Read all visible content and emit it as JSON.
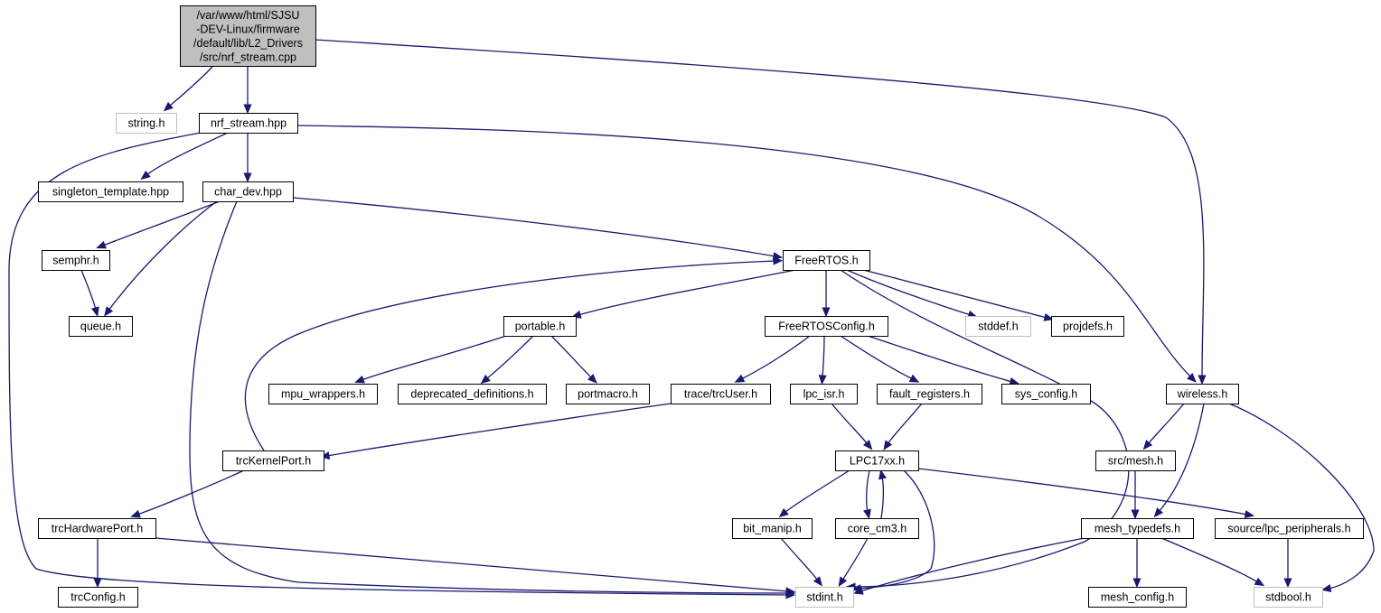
{
  "graph_title": "",
  "colors": {
    "edge": "#191970",
    "node_border": "#000000",
    "external_border": "#bfbfbf",
    "root_fill": "#bfbfbf",
    "node_fill": "#ffffff",
    "text": "#000000"
  },
  "nodes": [
    {
      "id": "root",
      "label": "/var/www/html/SJSU\n-DEV-Linux/firmware\n/default/lib/L2_Drivers\n/src/nrf_stream.cpp",
      "kind": "root"
    },
    {
      "id": "string_h",
      "label": "string.h",
      "kind": "external"
    },
    {
      "id": "nrf_stream_hpp",
      "label": "nrf_stream.hpp",
      "kind": "file"
    },
    {
      "id": "wireless_h",
      "label": "wireless.h",
      "kind": "file"
    },
    {
      "id": "singleton_template_hpp",
      "label": "singleton_template.hpp",
      "kind": "file"
    },
    {
      "id": "char_dev_hpp",
      "label": "char_dev.hpp",
      "kind": "file"
    },
    {
      "id": "semphr_h",
      "label": "semphr.h",
      "kind": "file"
    },
    {
      "id": "freertos_h",
      "label": "FreeRTOS.h",
      "kind": "file"
    },
    {
      "id": "queue_h",
      "label": "queue.h",
      "kind": "file"
    },
    {
      "id": "portable_h",
      "label": "portable.h",
      "kind": "file"
    },
    {
      "id": "freertosconfig_h",
      "label": "FreeRTOSConfig.h",
      "kind": "file"
    },
    {
      "id": "stddef_h",
      "label": "stddef.h",
      "kind": "external"
    },
    {
      "id": "projdefs_h",
      "label": "projdefs.h",
      "kind": "file"
    },
    {
      "id": "mpu_wrappers_h",
      "label": "mpu_wrappers.h",
      "kind": "file"
    },
    {
      "id": "deprecated_definitions_h",
      "label": "deprecated_definitions.h",
      "kind": "file"
    },
    {
      "id": "portmacro_h",
      "label": "portmacro.h",
      "kind": "file"
    },
    {
      "id": "trcuser_h",
      "label": "trace/trcUser.h",
      "kind": "file"
    },
    {
      "id": "lpc_isr_h",
      "label": "lpc_isr.h",
      "kind": "file"
    },
    {
      "id": "fault_registers_h",
      "label": "fault_registers.h",
      "kind": "file"
    },
    {
      "id": "sys_config_h",
      "label": "sys_config.h",
      "kind": "file"
    },
    {
      "id": "trckernelport_h",
      "label": "trcKernelPort.h",
      "kind": "file"
    },
    {
      "id": "lpc17xx_h",
      "label": "LPC17xx.h",
      "kind": "file"
    },
    {
      "id": "src_mesh_h",
      "label": "src/mesh.h",
      "kind": "file"
    },
    {
      "id": "trchardwareport_h",
      "label": "trcHardwarePort.h",
      "kind": "file"
    },
    {
      "id": "bit_manip_h",
      "label": "bit_manip.h",
      "kind": "file"
    },
    {
      "id": "core_cm3_h",
      "label": "core_cm3.h",
      "kind": "file"
    },
    {
      "id": "mesh_typedefs_h",
      "label": "mesh_typedefs.h",
      "kind": "file"
    },
    {
      "id": "lpc_peripherals_h",
      "label": "source/lpc_peripherals.h",
      "kind": "file"
    },
    {
      "id": "trcconfig_h",
      "label": "trcConfig.h",
      "kind": "file"
    },
    {
      "id": "stdint_h",
      "label": "stdint.h",
      "kind": "external"
    },
    {
      "id": "mesh_config_h",
      "label": "mesh_config.h",
      "kind": "file"
    },
    {
      "id": "stdbool_h",
      "label": "stdbool.h",
      "kind": "external"
    }
  ],
  "edges": [
    [
      "root",
      "string_h"
    ],
    [
      "root",
      "nrf_stream_hpp"
    ],
    [
      "root",
      "wireless_h"
    ],
    [
      "nrf_stream_hpp",
      "singleton_template_hpp"
    ],
    [
      "nrf_stream_hpp",
      "char_dev_hpp"
    ],
    [
      "nrf_stream_hpp",
      "stdint_h"
    ],
    [
      "nrf_stream_hpp",
      "wireless_h"
    ],
    [
      "char_dev_hpp",
      "semphr_h"
    ],
    [
      "char_dev_hpp",
      "queue_h"
    ],
    [
      "char_dev_hpp",
      "freertos_h"
    ],
    [
      "char_dev_hpp",
      "stdint_h"
    ],
    [
      "semphr_h",
      "queue_h"
    ],
    [
      "freertos_h",
      "portable_h"
    ],
    [
      "freertos_h",
      "freertosconfig_h"
    ],
    [
      "freertos_h",
      "stddef_h"
    ],
    [
      "freertos_h",
      "projdefs_h"
    ],
    [
      "freertos_h",
      "stdint_h"
    ],
    [
      "portable_h",
      "mpu_wrappers_h"
    ],
    [
      "portable_h",
      "deprecated_definitions_h"
    ],
    [
      "portable_h",
      "portmacro_h"
    ],
    [
      "freertosconfig_h",
      "trcuser_h"
    ],
    [
      "freertosconfig_h",
      "lpc_isr_h"
    ],
    [
      "freertosconfig_h",
      "fault_registers_h"
    ],
    [
      "freertosconfig_h",
      "sys_config_h"
    ],
    [
      "trcuser_h",
      "trckernelport_h"
    ],
    [
      "trckernelport_h",
      "freertos_h"
    ],
    [
      "trckernelport_h",
      "trchardwareport_h"
    ],
    [
      "lpc_isr_h",
      "lpc17xx_h"
    ],
    [
      "fault_registers_h",
      "lpc17xx_h"
    ],
    [
      "trchardwareport_h",
      "trcconfig_h"
    ],
    [
      "trchardwareport_h",
      "stdint_h"
    ],
    [
      "lpc17xx_h",
      "bit_manip_h"
    ],
    [
      "lpc17xx_h",
      "core_cm3_h"
    ],
    [
      "lpc17xx_h",
      "lpc_peripherals_h"
    ],
    [
      "lpc17xx_h",
      "stdint_h"
    ],
    [
      "core_cm3_h",
      "lpc17xx_h"
    ],
    [
      "core_cm3_h",
      "stdint_h"
    ],
    [
      "bit_manip_h",
      "stdint_h"
    ],
    [
      "wireless_h",
      "src_mesh_h"
    ],
    [
      "wireless_h",
      "mesh_typedefs_h"
    ],
    [
      "wireless_h",
      "stdbool_h"
    ],
    [
      "src_mesh_h",
      "mesh_typedefs_h"
    ],
    [
      "mesh_typedefs_h",
      "stdint_h"
    ],
    [
      "mesh_typedefs_h",
      "mesh_config_h"
    ],
    [
      "mesh_typedefs_h",
      "stdbool_h"
    ],
    [
      "lpc_peripherals_h",
      "stdbool_h"
    ]
  ]
}
